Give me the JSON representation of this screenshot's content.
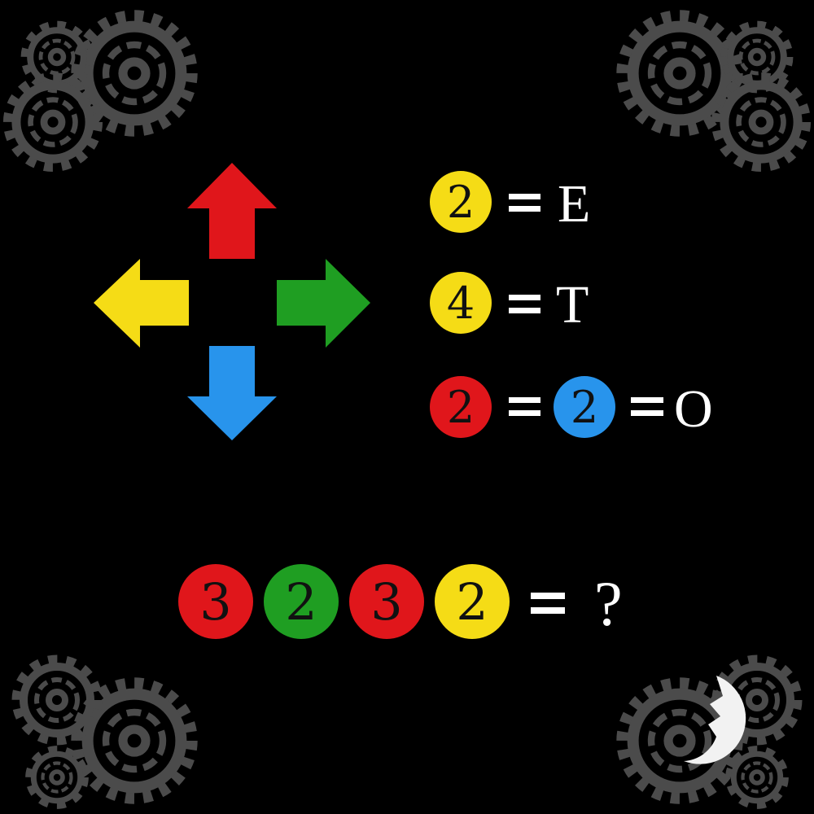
{
  "colors": {
    "red": "#e0161b",
    "yellow": "#f5dc16",
    "green": "#1f9e22",
    "blue": "#2894ec",
    "gear": "#4b4b4b",
    "background": "#000000",
    "text": "#ffffff"
  },
  "arrows": [
    {
      "direction": "up",
      "color": "#e0161b"
    },
    {
      "direction": "left",
      "color": "#f5dc16"
    },
    {
      "direction": "right",
      "color": "#1f9e22"
    },
    {
      "direction": "down",
      "color": "#2894ec"
    }
  ],
  "clues": [
    {
      "badges": [
        {
          "number": "2",
          "color": "#f5dc16"
        }
      ],
      "equals": "=",
      "letter": "E"
    },
    {
      "badges": [
        {
          "number": "4",
          "color": "#f5dc16"
        }
      ],
      "equals": "=",
      "letter": "T"
    },
    {
      "badges": [
        {
          "number": "2",
          "color": "#e0161b"
        },
        {
          "number": "2",
          "color": "#2894ec"
        }
      ],
      "equals": "=",
      "letter": "O"
    }
  ],
  "question": {
    "badges": [
      {
        "number": "3",
        "color": "#e0161b"
      },
      {
        "number": "2",
        "color": "#1f9e22"
      },
      {
        "number": "3",
        "color": "#e0161b"
      },
      {
        "number": "2",
        "color": "#f5dc16"
      }
    ],
    "equals": "=",
    "answer": "?"
  }
}
